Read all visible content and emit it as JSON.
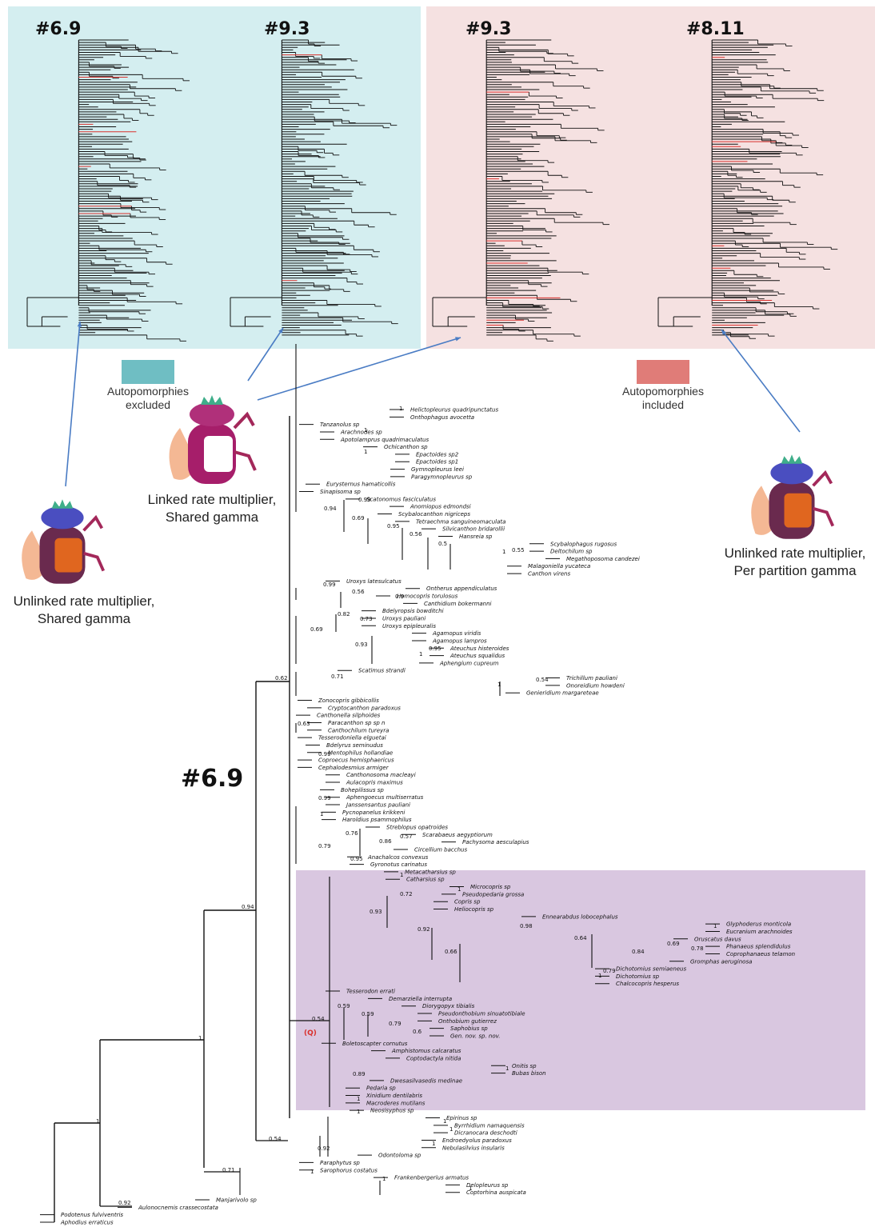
{
  "panels": [
    {
      "id": "p1",
      "title": "#6.9",
      "group": "excluded"
    },
    {
      "id": "p2",
      "title": "#9.3",
      "group": "excluded"
    },
    {
      "id": "p3",
      "title": "#9.3",
      "group": "included"
    },
    {
      "id": "p4",
      "title": "#8.11",
      "group": "included"
    }
  ],
  "legend": {
    "excluded": {
      "label_line1": "Autopomorphies",
      "label_line2": "excluded",
      "color": "#6fbec3"
    },
    "included": {
      "label_line1": "Autopomorphies",
      "label_line2": "included",
      "color": "#e07c78"
    }
  },
  "colors": {
    "excluded_bg": "#d4eef0",
    "included_bg": "#f5e1e1",
    "clade_bg": "#d9c7e0",
    "arrow": "#4a7cc4",
    "highlight_branch": "#d9302c"
  },
  "captions": {
    "linked_shared": {
      "line1": "Linked rate multiplier,",
      "line2": "Shared gamma"
    },
    "unlinked_shared": {
      "line1": "Unlinked rate multiplier,",
      "line2": "Shared gamma"
    },
    "unlinked_partition": {
      "line1": "Unlinked rate multiplier,",
      "line2": "Per partition gamma"
    }
  },
  "main_tree": {
    "title": "#6.9",
    "clade_marker": "(Q)",
    "taxa": [
      "Helictopleurus quadripunctatus",
      "Onthophagus avocetta",
      "Tanzanolus sp",
      "Arachnodes sp",
      "Apotolamprus quadrimaculatus",
      "Ochicanthon sp",
      "Epactoides sp2",
      "Epactoides sp1",
      "Gymnopleurus leei",
      "Paragymnopleurus sp",
      "Eurysternus hamaticollis",
      "Sinapisoma sp",
      "Scatonomus fasciculatus",
      "Anomiopus edmondsi",
      "Scybalocanthon nigriceps",
      "Tetraechma sanguineomaculata",
      "Silvicanthon bridarollii",
      "Hansreia sp",
      "Scybalophagus rugosus",
      "Deltochilum sp",
      "Megathoposoma candezei",
      "Malagoniella yucateca",
      "Canthon virens",
      "Uroxys latesulcatus",
      "Ontherus appendiculatus",
      "Homocopris torulosus",
      "Canthidium bokermanni",
      "Bdelyropsis bowditchi",
      "Uroxys pauliani",
      "Uroxys epipleuralis",
      "Agamopus viridis",
      "Agamopus lampros",
      "Ateuchus histeroides",
      "Ateuchus squalidus",
      "Aphengium cupreum",
      "Scatimus strandi",
      "Trichillum pauliani",
      "Onoreidium howdeni",
      "Genieridium margareteae",
      "Zonocopris gibbicollis",
      "Cryptocanthon paradoxus",
      "Canthonella silphoides",
      "Paracanthon sp sp n",
      "Canthochilum tureyra",
      "Tesserodoniella elguetai",
      "Bdelyrus seminudus",
      "Mentophilus hollandiae",
      "Coproecus hemisphaericus",
      "Cephalodesmius armiger",
      "Canthonosoma macleayi",
      "Aulacopris maximus",
      "Bohepilissus sp",
      "Aphengoecus multiserratus",
      "Janssensantus pauliani",
      "Pycnopanelus krikkeni",
      "Haroldius psammophilus",
      "Streblopus opatroides",
      "Scarabaeus aegyptiorum",
      "Pachysoma aesculapius",
      "Circellium bacchus",
      "Anachalcos convexus",
      "Gyronotus carinatus",
      "Metacatharsius sp",
      "Catharsius sp",
      "Microcopris sp",
      "Pseudopedaria grossa",
      "Copris sp",
      "Heliocopris sp",
      "Ennearabdus lobocephalus",
      "Glyphoderus monticola",
      "Eucranium arachnoides",
      "Oruscatus davus",
      "Phanaeus splendidulus",
      "Coprophanaeus telamon",
      "Gromphas aeruginosa",
      "Dichotomius semiaeneus",
      "Dichotomius sp",
      "Chalcocopris hesperus",
      "Tesserodon errati",
      "Demarziella interrupta",
      "Diorygopyx tibialis",
      "Pseudonthobium sinuatotibiale",
      "Onthobium gutierrez",
      "Saphobius sp",
      "Gen. nov. sp. nov.",
      "Boletoscapter cornutus",
      "Amphistomus calcaratus",
      "Coptodactyla nitida",
      "Onitis sp",
      "Bubas bison",
      "Dwesasilvasedis medinae",
      "Pedaria sp",
      "Xinidium dentilabris",
      "Macroderes mutilans",
      "Neosisyphus sp",
      "Epirinus sp",
      "Byrrhidium namaquensis",
      "Dicranocara deschodti",
      "Endroedyolus paradoxus",
      "Nebulasilvius insularis",
      "Odontoloma sp",
      "Paraphytus sp",
      "Sarophorus costatus",
      "Frankenbergerius armatus",
      "Delopleurus sp",
      "Coptorhina auspicata",
      "Manjarivolo sp",
      "Aulonocnemis crassecostata",
      "Podotenus fulviventris",
      "Aphodius erraticus"
    ],
    "supports": [
      "1",
      "1",
      "1",
      "0.99",
      "0.94",
      "0.69",
      "0.95",
      "0.56",
      "0.5",
      "1",
      "0.55",
      "0.99",
      "0.56",
      "0.9",
      "0.82",
      "0.73",
      "0.69",
      "0.93",
      "1",
      "0.95",
      "0.71",
      "1",
      "0.54",
      "0.62",
      "0.63",
      "0.99",
      "0.99",
      "1",
      "0.76",
      "0.57",
      "0.86",
      "0.79",
      "0.95",
      "1",
      "0.72",
      "1",
      "0.93",
      "0.92",
      "0.98",
      "0.66",
      "1",
      "0.64",
      "0.69",
      "0.78",
      "0.84",
      "0.79",
      "1",
      "0.59",
      "0.59",
      "0.79",
      "0.6",
      "0.89",
      "1",
      "1",
      "0.54",
      "1",
      "1",
      "1",
      "0.94",
      "1",
      "0.54",
      "0.92",
      "1",
      "0.71",
      "1",
      "1",
      "1",
      "0.92",
      "1"
    ]
  }
}
